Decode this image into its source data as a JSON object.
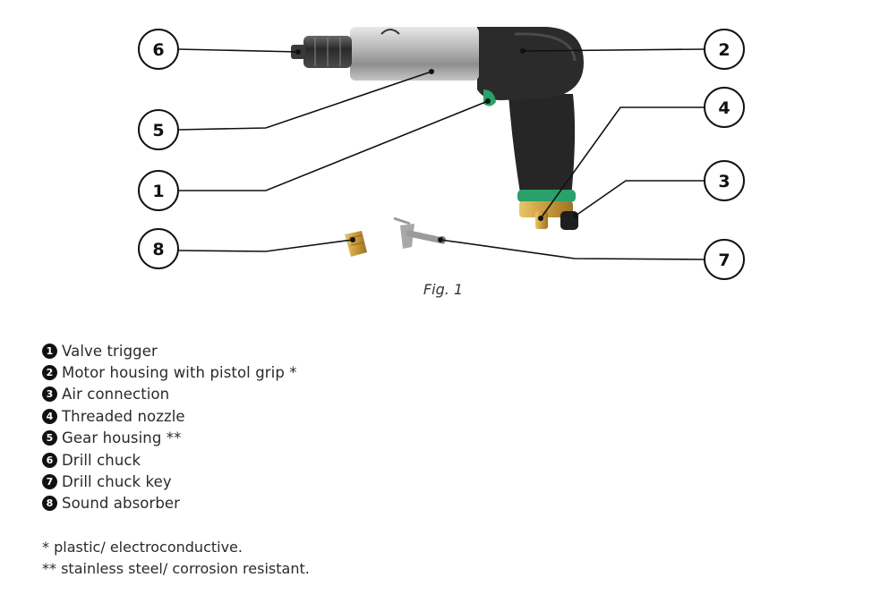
{
  "figure": {
    "caption": "Fig. 1",
    "callouts": [
      {
        "number": "1"
      },
      {
        "number": "2"
      },
      {
        "number": "3"
      },
      {
        "number": "4"
      },
      {
        "number": "5"
      },
      {
        "number": "6"
      },
      {
        "number": "7"
      },
      {
        "number": "8"
      }
    ]
  },
  "legend": [
    {
      "number": "1",
      "text": "Valve trigger"
    },
    {
      "number": "2",
      "text": "Motor housing with pistol grip *"
    },
    {
      "number": "3",
      "text": "Air connection"
    },
    {
      "number": "4",
      "text": "Threaded nozzle"
    },
    {
      "number": "5",
      "text": "Gear housing **"
    },
    {
      "number": "6",
      "text": "Drill chuck"
    },
    {
      "number": "7",
      "text": "Drill chuck key"
    },
    {
      "number": "8",
      "text": "Sound absorber"
    }
  ],
  "notes": [
    "* plastic/ electroconductive.",
    "** stainless steel/ corrosion resistant."
  ],
  "colors": {
    "grip": "#262626",
    "gear_housing": "#b9b9b9",
    "ring": "#2aa06a",
    "brass": "#c99a3a",
    "line": "#111111"
  }
}
